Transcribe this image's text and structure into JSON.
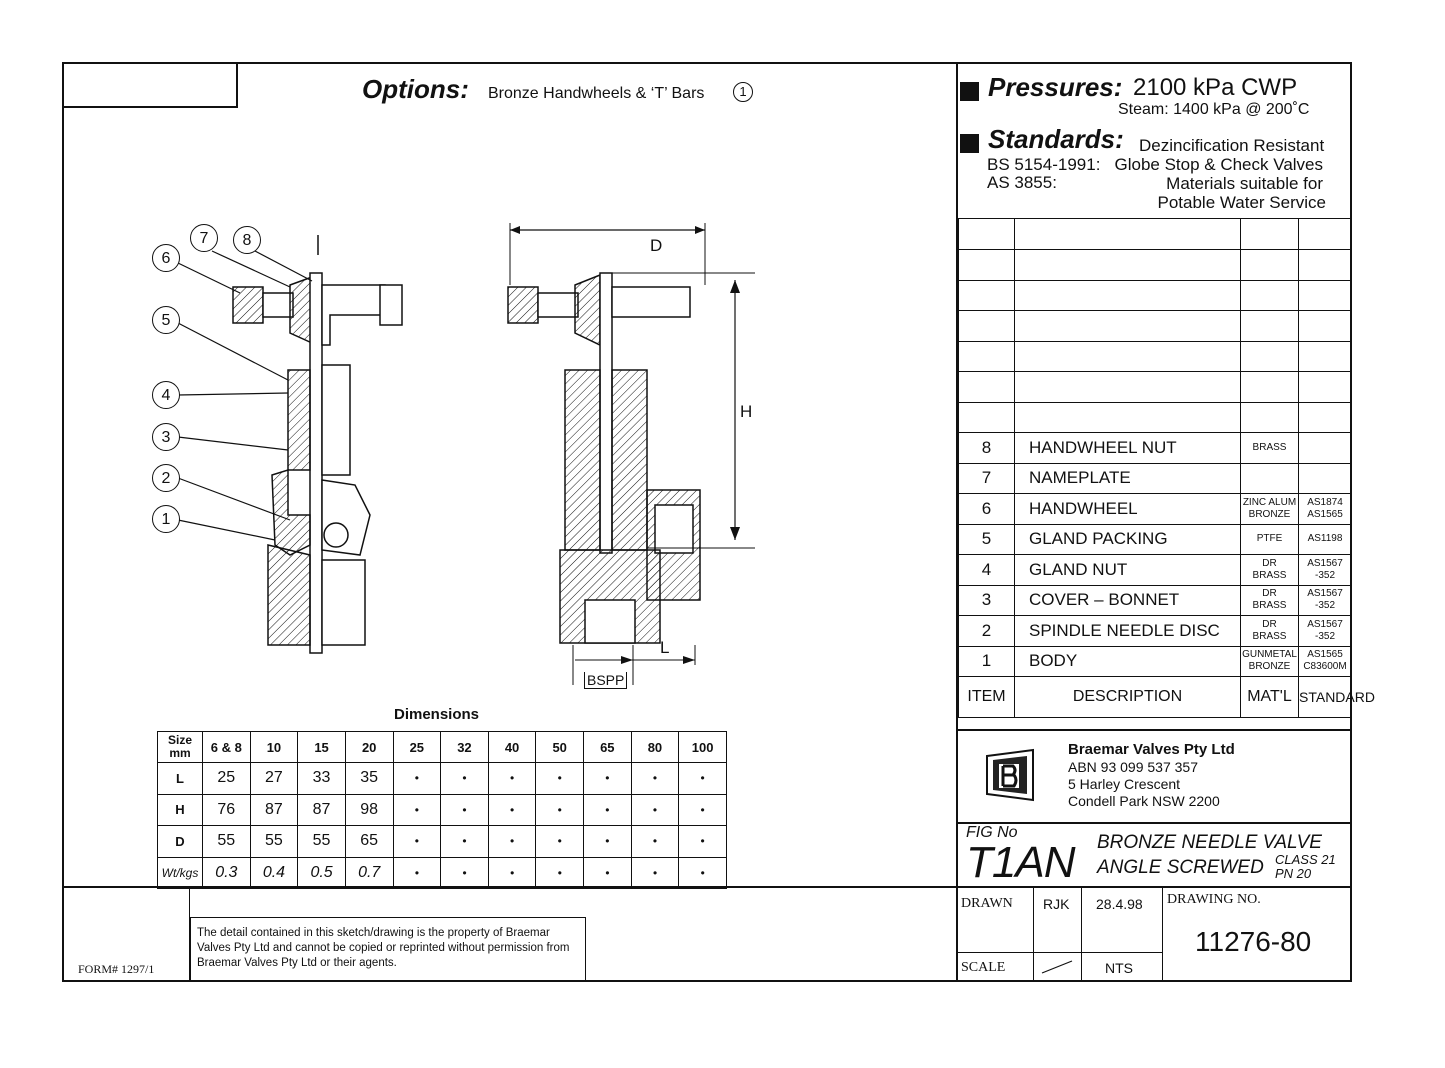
{
  "options": {
    "title": "Options:",
    "text": "Bronze Handwheels & ‘T’ Bars",
    "circle": "1"
  },
  "pressures": {
    "title": "Pressures:",
    "value": "2100 kPa CWP",
    "steam": "Steam: 1400 kPa @ 200˚C"
  },
  "standards": {
    "title": "Standards:",
    "value": "Dezincification Resistant",
    "bs": "BS 5154-1991:",
    "bs_text": "Globe Stop & Check Valves",
    "as": "AS 3855:",
    "as_text": "Materials suitable for",
    "as_text2": "Potable Water Service"
  },
  "parts": [
    {
      "item": "8",
      "desc": "HANDWHEEL NUT",
      "mat1": "BRASS",
      "mat2": "",
      "std1": "",
      "std2": ""
    },
    {
      "item": "7",
      "desc": "NAMEPLATE",
      "mat1": "",
      "mat2": "",
      "std1": "",
      "std2": ""
    },
    {
      "item": "6",
      "desc": "HANDWHEEL",
      "mat1": "ZINC ALUM",
      "mat2": "BRONZE",
      "std1": "AS1874",
      "std2": "AS1565"
    },
    {
      "item": "5",
      "desc": "GLAND PACKING",
      "mat1": "PTFE",
      "mat2": "",
      "std1": "AS1198",
      "std2": ""
    },
    {
      "item": "4",
      "desc": "GLAND NUT",
      "mat1": "DR",
      "mat2": "BRASS",
      "std1": "AS1567",
      "std2": "-352"
    },
    {
      "item": "3",
      "desc": "COVER – BONNET",
      "mat1": "DR",
      "mat2": "BRASS",
      "std1": "AS1567",
      "std2": "-352"
    },
    {
      "item": "2",
      "desc": "SPINDLE NEEDLE DISC",
      "mat1": "DR",
      "mat2": "BRASS",
      "std1": "AS1567",
      "std2": "-352"
    },
    {
      "item": "1",
      "desc": "BODY",
      "mat1": "GUNMETAL",
      "mat2": "BRONZE",
      "std1": "AS1565",
      "std2": "C83600M"
    }
  ],
  "parts_header": {
    "item": "ITEM",
    "desc": "DESCRIPTION",
    "mat": "MAT'L",
    "std": "STANDARD"
  },
  "company": {
    "name": "Braemar Valves Pty Ltd",
    "abn": "ABN 93 099 537 357",
    "addr1": "5 Harley Crescent",
    "addr2": "Condell Park  NSW  2200"
  },
  "figure": {
    "fig_label": "FIG No",
    "fig_no": "T1AN",
    "title1": "BRONZE NEEDLE VALVE",
    "title2": "ANGLE SCREWED",
    "class": "CLASS 21",
    "pn": "PN      20"
  },
  "titleblock": {
    "drawn_label": "DRAWN",
    "drawn_by": "RJK",
    "date": "28.4.98",
    "drawing_no_label": "DRAWING NO.",
    "drawing_no": "11276-80",
    "scale_label": "SCALE",
    "scale_mark": "/",
    "scale": "NTS"
  },
  "dimensions": {
    "title": "Dimensions",
    "size_label": "Size",
    "size_unit": "mm",
    "sizes": [
      "6 & 8",
      "10",
      "15",
      "20",
      "25",
      "32",
      "40",
      "50",
      "65",
      "80",
      "100"
    ],
    "rows": [
      {
        "label": "L",
        "values": [
          "25",
          "27",
          "33",
          "35",
          "•",
          "•",
          "•",
          "•",
          "•",
          "•",
          "•"
        ],
        "italic": false
      },
      {
        "label": "H",
        "values": [
          "76",
          "87",
          "87",
          "98",
          "•",
          "•",
          "•",
          "•",
          "•",
          "•",
          "•"
        ],
        "italic": false
      },
      {
        "label": "D",
        "values": [
          "55",
          "55",
          "55",
          "65",
          "•",
          "•",
          "•",
          "•",
          "•",
          "•",
          "•"
        ],
        "italic": false
      },
      {
        "label": "Wt/kgs",
        "values": [
          "0.3",
          "0.4",
          "0.5",
          "0.7",
          "•",
          "•",
          "•",
          "•",
          "•",
          "•",
          "•"
        ],
        "italic": true
      }
    ]
  },
  "drawing_labels": {
    "callouts": [
      "7",
      "8",
      "6",
      "5",
      "4",
      "3",
      "2",
      "1"
    ],
    "d": "D",
    "h": "H",
    "l": "L",
    "bspp": "BSPP"
  },
  "notice": "The detail contained in this sketch/drawing is the property of Braemar Valves Pty Ltd and cannot be copied or reprinted without permission from Braemar Valves Pty Ltd or their agents.",
  "form": "FORM# 1297/1"
}
